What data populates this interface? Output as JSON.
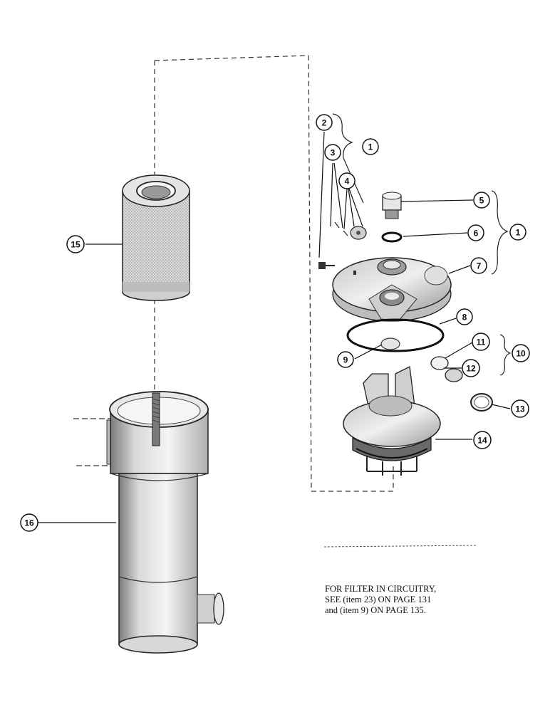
{
  "diagram": {
    "callouts": [
      {
        "id": "c1a",
        "label": "1"
      },
      {
        "id": "c1b",
        "label": "1"
      },
      {
        "id": "c2",
        "label": "2"
      },
      {
        "id": "c3",
        "label": "3"
      },
      {
        "id": "c4",
        "label": "4"
      },
      {
        "id": "c5",
        "label": "5"
      },
      {
        "id": "c6",
        "label": "6"
      },
      {
        "id": "c7",
        "label": "7"
      },
      {
        "id": "c8",
        "label": "8"
      },
      {
        "id": "c9",
        "label": "9"
      },
      {
        "id": "c10",
        "label": "10"
      },
      {
        "id": "c11",
        "label": "11"
      },
      {
        "id": "c12",
        "label": "12"
      },
      {
        "id": "c13",
        "label": "13"
      },
      {
        "id": "c14",
        "label": "14"
      },
      {
        "id": "c15",
        "label": "15"
      },
      {
        "id": "c16",
        "label": "16"
      }
    ]
  },
  "note": {
    "line1": "FOR FILTER IN CIRCUITRY,",
    "line2": "SEE (item 23) ON  PAGE 131",
    "line3": "and (item 9) ON PAGE 135."
  },
  "colors": {
    "ink": "#111111",
    "body_shade": "#cfcfcf",
    "dark_shade": "#6a6a6a"
  }
}
